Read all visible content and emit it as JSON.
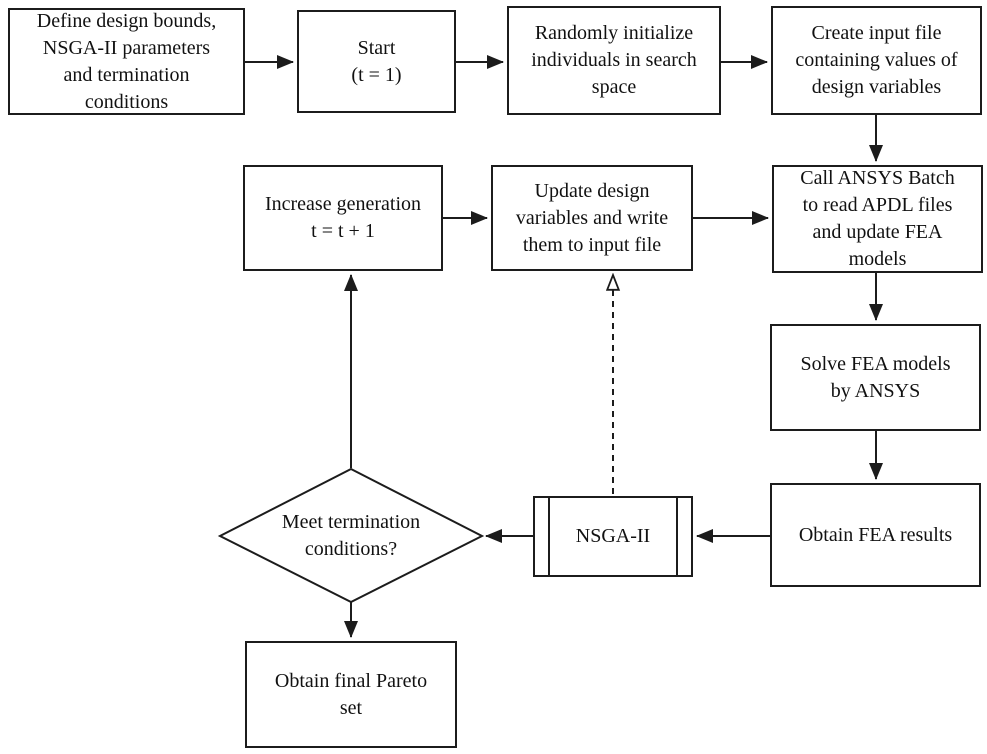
{
  "colors": {
    "line": "#1c1c1c",
    "text": "#111111",
    "background": "#ffffff"
  },
  "nodes": {
    "define": {
      "label": "Define design bounds,\nNSGA-II parameters\nand termination\nconditions"
    },
    "start": {
      "label": "Start\n(t = 1)"
    },
    "init": {
      "label": "Randomly initialize\nindividuals in search\nspace"
    },
    "create": {
      "label": "Create input file\ncontaining values of\ndesign variables"
    },
    "call": {
      "label": "Call ANSYS Batch\nto read APDL files\nand update FEA\nmodels"
    },
    "increase": {
      "label": "Increase generation\nt = t + 1"
    },
    "update": {
      "label": "Update design\nvariables and write\nthem to input file"
    },
    "solve": {
      "label": "Solve FEA models\nby ANSYS"
    },
    "obtain": {
      "label": "Obtain FEA results"
    },
    "nsga": {
      "label": "NSGA-II"
    },
    "decision": {
      "label": "Meet termination\nconditions?"
    },
    "pareto": {
      "label": "Obtain final Pareto\nset"
    }
  }
}
